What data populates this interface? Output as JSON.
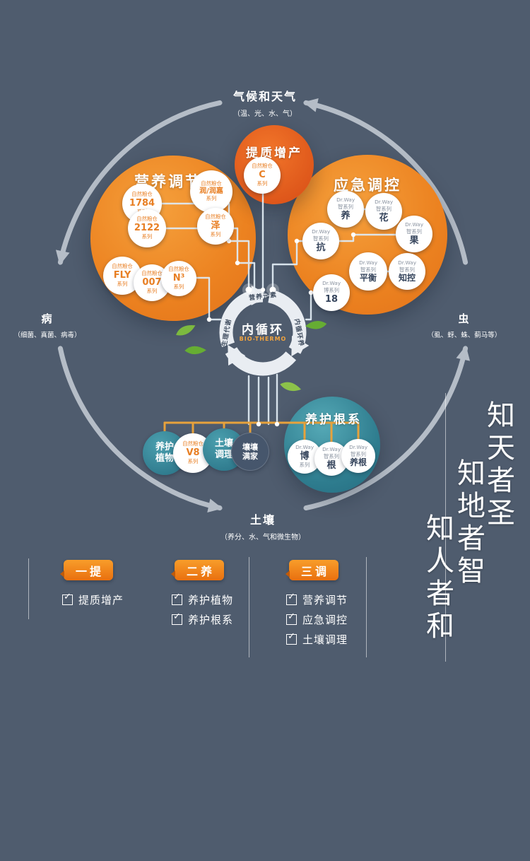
{
  "colors": {
    "background": "#4f5c6e",
    "orange": "#ec8220",
    "deep_orange": "#e05a1c",
    "teal": "#2e7c8e",
    "yellow_line": "#e7a23c",
    "light_line": "#dfeaf2"
  },
  "cycle": {
    "top": {
      "title": "气候和天气",
      "subtitle": "（温、光、水、气）"
    },
    "left": {
      "title": "病",
      "subtitle": "（细菌、真菌、病毒）"
    },
    "right": {
      "title": "虫",
      "subtitle": "（虱、蚜、蛛、蓟马等）"
    },
    "bottom": {
      "title": "土壤",
      "subtitle": "（养分、水、气和微生物）"
    }
  },
  "core": {
    "title": "内循环",
    "subtitle": "BIO-THERMO",
    "ring_top": "营养元素",
    "ring_left": "生理代谢",
    "ring_right": "内循环养"
  },
  "tizhi": {
    "title": "提质增产",
    "item": {
      "l1": "自然粮仓",
      "l2": "C",
      "l3": "系列"
    }
  },
  "yingyang": {
    "title": "营养调节",
    "items": [
      {
        "l1": "自然粮仓",
        "l2": "1784",
        "l3": "系列"
      },
      {
        "l1": "自然粮仓",
        "l2": "润/润嘉",
        "l3": "系列"
      },
      {
        "l1": "自然粮仓",
        "l2": "2122",
        "l3": "系列"
      },
      {
        "l1": "自然粮仓",
        "l2": "泽",
        "l3": "系列"
      },
      {
        "l1": "自然粮仓",
        "l2": "FLY",
        "l3": "系列"
      },
      {
        "l1": "自然粮仓",
        "l2": "007",
        "l3": "系列"
      },
      {
        "l1": "自然粮仓",
        "l2": "N³",
        "l3": "系列"
      }
    ]
  },
  "yingji": {
    "title": "应急调控",
    "items": [
      {
        "l1": "Dr.Way",
        "l2": "智系列",
        "l3": "养"
      },
      {
        "l1": "Dr.Way",
        "l2": "智系列",
        "l3": "花"
      },
      {
        "l1": "Dr.Way",
        "l2": "智系列",
        "l3": "果"
      },
      {
        "l1": "Dr.Way",
        "l2": "智系列",
        "l3": "抗"
      },
      {
        "l1": "Dr.Way",
        "l2": "智系列",
        "l3": "平衡"
      },
      {
        "l1": "Dr.Way",
        "l2": "智系列",
        "l3": "知控"
      },
      {
        "l1": "Dr.Way",
        "l2": "博系列",
        "l3": "18"
      }
    ]
  },
  "genxi": {
    "title": "养护根系",
    "items": [
      {
        "l1": "Dr.Way",
        "l2": "博",
        "l3": "系列"
      },
      {
        "l1": "Dr.Way",
        "l2": "智系列",
        "l3": "根"
      },
      {
        "l1": "Dr.Way",
        "l2": "智系列",
        "l3": "养根"
      }
    ]
  },
  "bottom_row": {
    "plant": "养护植物",
    "v8": {
      "l1": "自然粮仓",
      "l2": "V8",
      "l3": "系列"
    },
    "soil": "土壤调理",
    "rang": "壤壤满家"
  },
  "legend": [
    {
      "button": "一提",
      "items": [
        "提质增产"
      ]
    },
    {
      "button": "二养",
      "items": [
        "养护植物",
        "养护根系"
      ]
    },
    {
      "button": "三调",
      "items": [
        "营养调节",
        "应急调控",
        "土壤调理"
      ]
    }
  ],
  "calligraphy": {
    "c1": "知天者圣",
    "c2": "知地者智",
    "c3": "知人者和"
  }
}
